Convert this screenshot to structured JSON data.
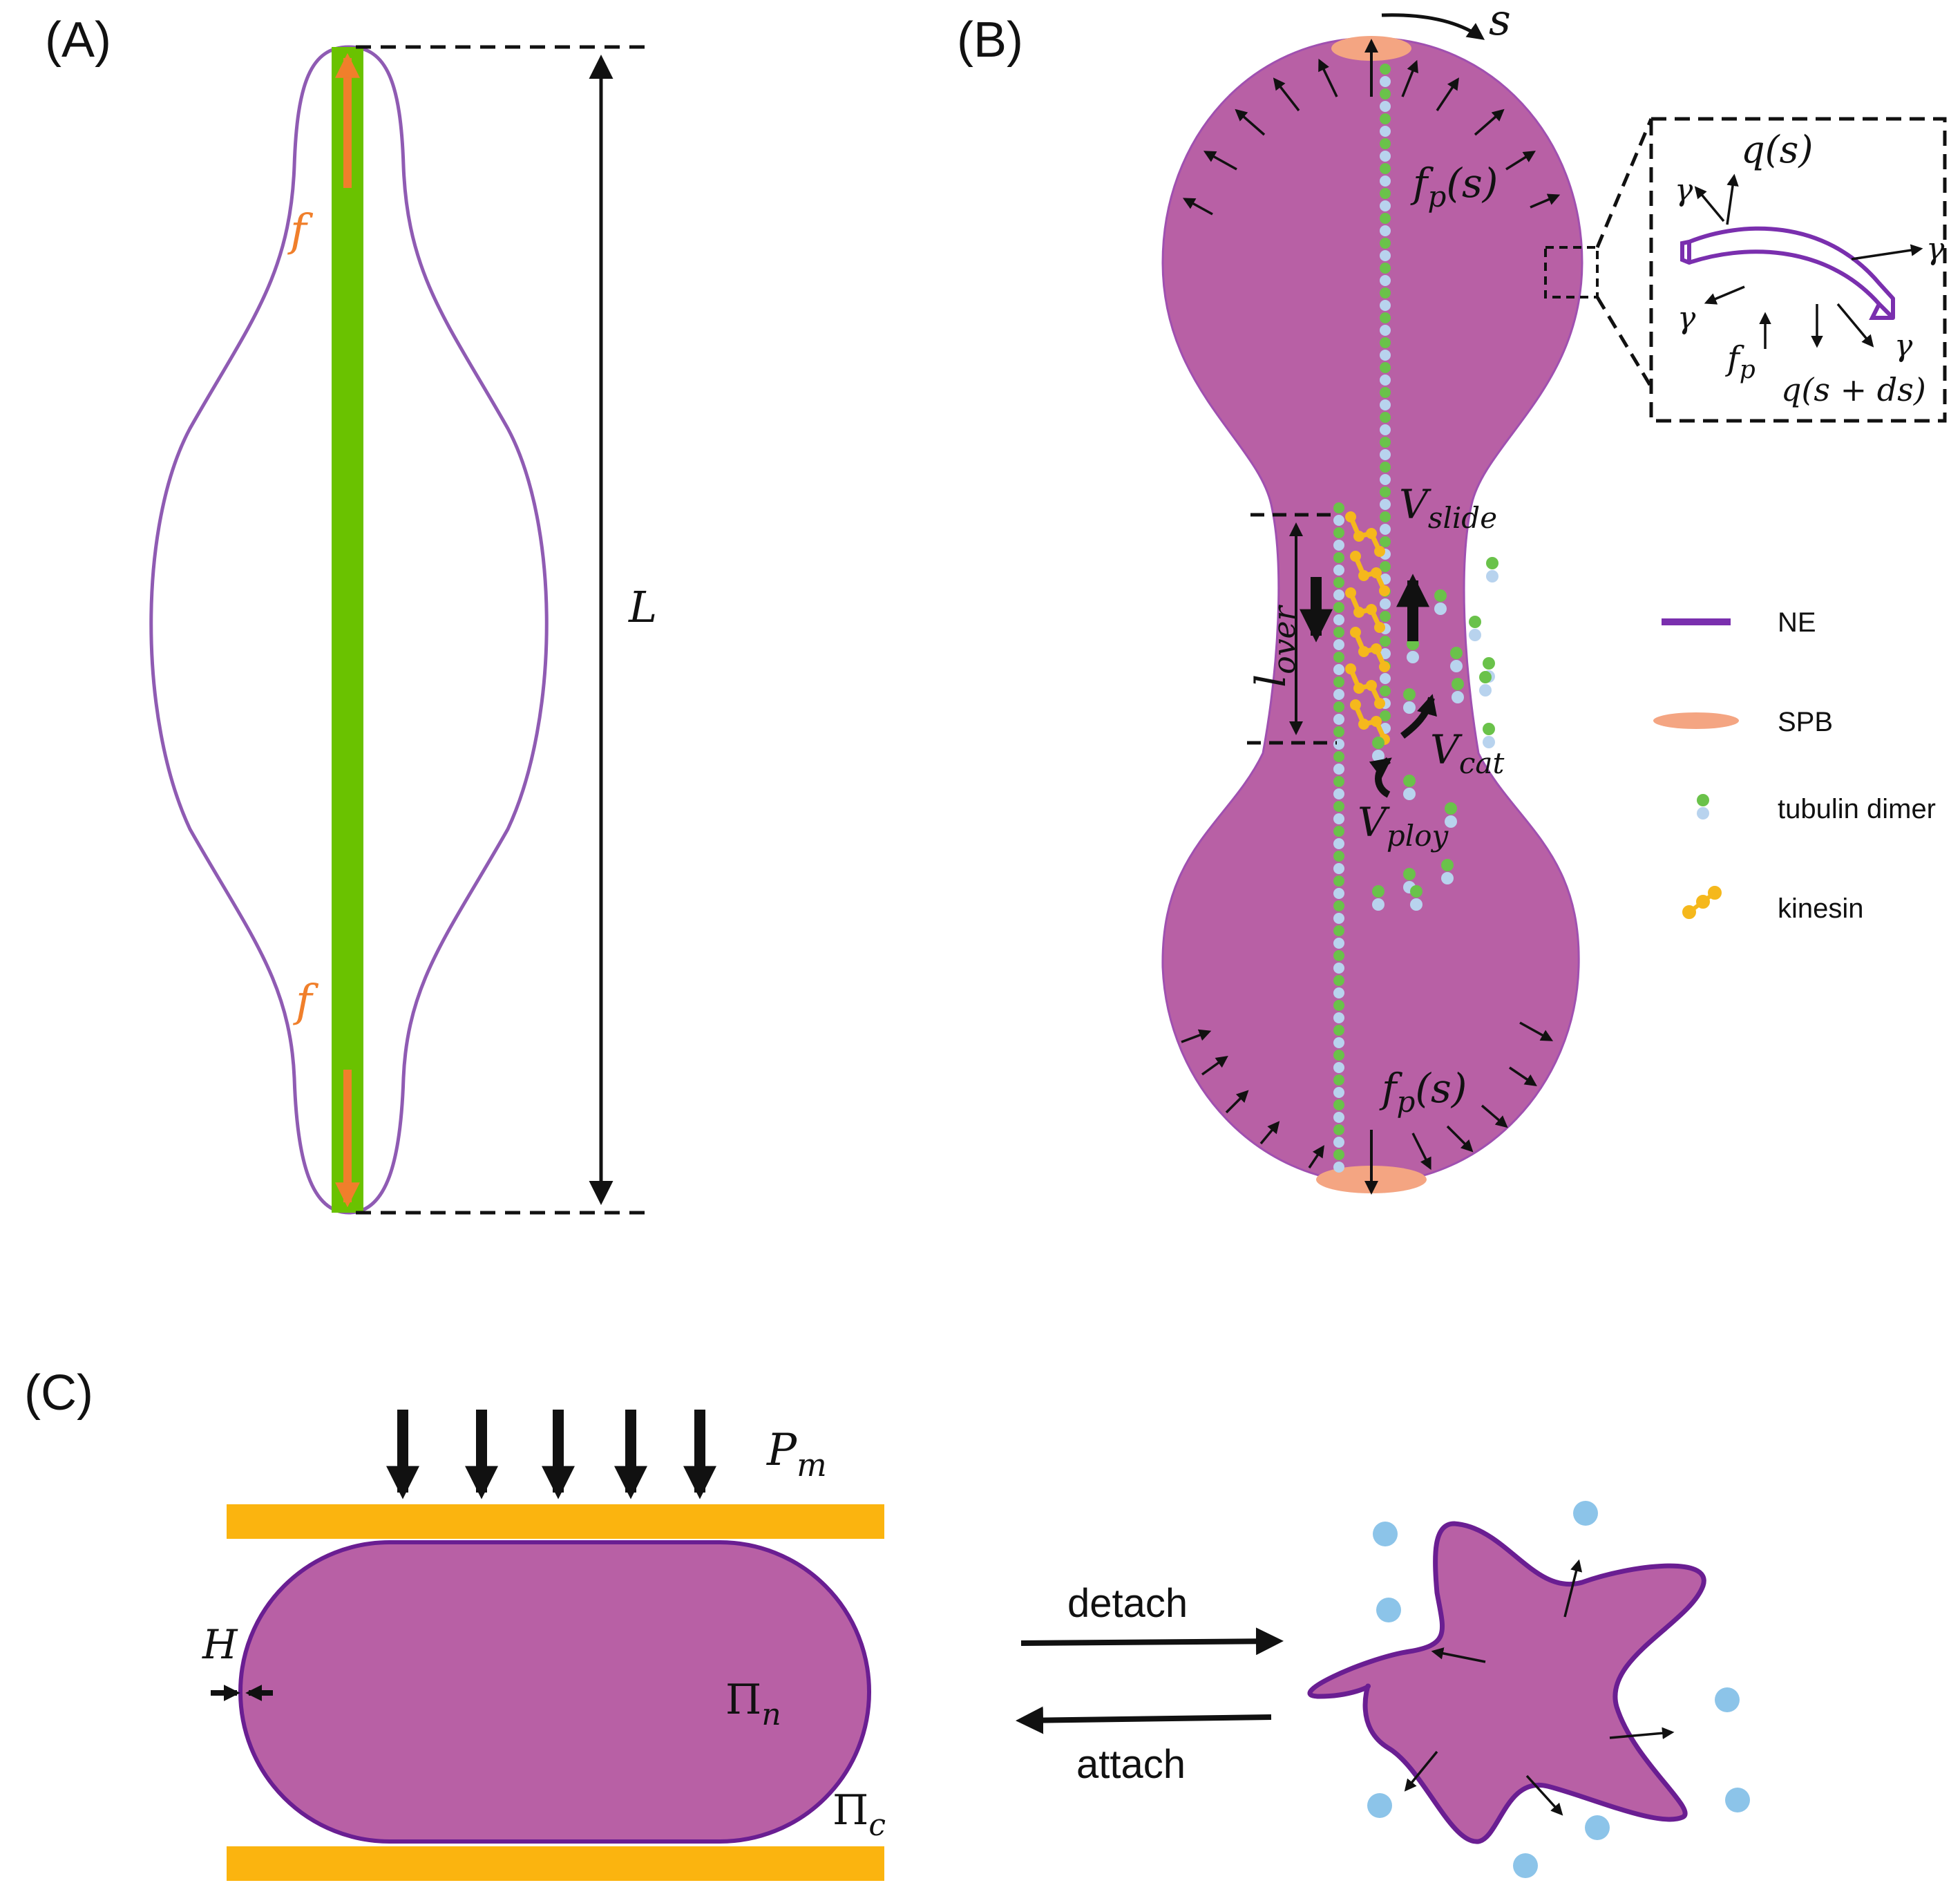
{
  "panels": {
    "a": {
      "label": "(A)",
      "length_symbol": "L",
      "force_symbol": "f"
    },
    "b": {
      "label": "(B)",
      "arc_symbol": "s",
      "pressure_top": "f",
      "pressure_top_sub": "p",
      "pressure_top_arg": "(s)",
      "pressure_bottom": "f",
      "pressure_bottom_sub": "p",
      "pressure_bottom_arg": "(s)",
      "inset": {
        "q_top": "q(s)",
        "q_bottom": "q(s + ds)",
        "gamma": "γ",
        "fp": "f",
        "fp_sub": "p"
      },
      "v_slide": "V",
      "v_slide_sub": "slide",
      "v_cat": "V",
      "v_cat_sub": "cat",
      "v_ploy": "V",
      "v_ploy_sub": "ploy",
      "l_over": "l",
      "l_over_sub": "over",
      "legend": [
        {
          "label": "NE",
          "icon": "ne-line",
          "color": "#7a2fae"
        },
        {
          "label": "SPB",
          "icon": "spb-ellipse",
          "color": "#f4a582"
        },
        {
          "label": "tubulin dimer",
          "icon": "tubulin-dimer",
          "color": "#6ac24a"
        },
        {
          "label": "kinesin",
          "icon": "kinesin",
          "color": "#f5b81c"
        }
      ]
    },
    "c": {
      "label": "(C)",
      "pressure": "P",
      "pressure_sub": "m",
      "thickness": "H",
      "nuclear_osmotic": "Π",
      "nuclear_osmotic_sub": "n",
      "cyto_osmotic": "Π",
      "cyto_osmotic_sub": "c",
      "detach": "detach",
      "attach": "attach"
    }
  },
  "colors": {
    "nucleus": "#b860a5",
    "membrane": "#7a2fae",
    "microtubule": "#6ac200",
    "force_arrow": "#f07f2b",
    "spb": "#f4a582",
    "tubulin_green": "#6ac24a",
    "tubulin_blue": "#b8d3ee",
    "kinesin": "#f5b81c",
    "plate": "#fbb40f",
    "particle": "#8cc4e9"
  }
}
